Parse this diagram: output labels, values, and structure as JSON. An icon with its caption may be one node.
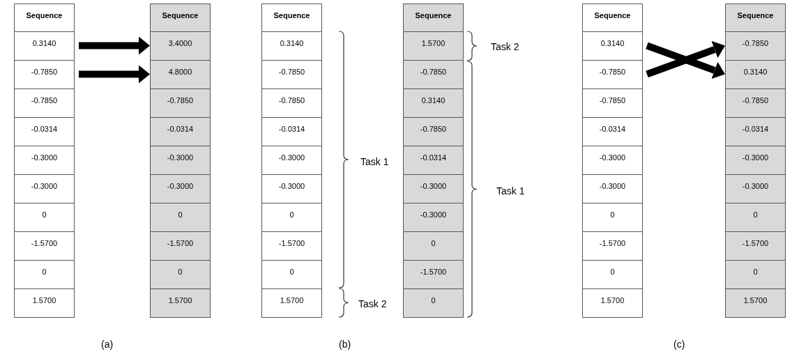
{
  "diagram": {
    "nodes": [
      {
        "text": [
          "Sequence"
        ]
      },
      {
        "text": [
          "0.3140"
        ]
      },
      {
        "text": [
          "-0.7850"
        ]
      },
      {
        "text": [
          "-0.7850"
        ]
      },
      {
        "text": [
          "-0.0314"
        ]
      },
      {
        "text": [
          "-0.3000"
        ]
      },
      {
        "text": [
          "-0.3000"
        ]
      },
      {
        "text": [
          "0"
        ]
      },
      {
        "text": [
          "-1.5700"
        ]
      },
      {
        "text": [
          "0"
        ]
      },
      {
        "text": [
          "1.5700"
        ]
      },
      {
        "text": [
          "Sequence"
        ]
      },
      {
        "text": [
          "3.4000"
        ]
      },
      {
        "text": [
          "4.8000"
        ]
      },
      {
        "text": [
          "-0.7850"
        ]
      },
      {
        "text": [
          "-0.0314"
        ]
      },
      {
        "text": [
          "-0.3000"
        ]
      },
      {
        "text": [
          "-0.3000"
        ]
      },
      {
        "text": [
          "0"
        ]
      },
      {
        "text": [
          "-1.5700"
        ]
      },
      {
        "text": [
          "0"
        ]
      },
      {
        "text": [
          "1.5700"
        ]
      },
      {
        "text": [
          "Sequence"
        ]
      },
      {
        "text": [
          "0.3140"
        ]
      },
      {
        "text": [
          "-0.7850"
        ]
      },
      {
        "text": [
          "-0.7850"
        ]
      },
      {
        "text": [
          "-0.0314"
        ]
      },
      {
        "text": [
          "-0.3000"
        ]
      },
      {
        "text": [
          "-0.3000"
        ]
      },
      {
        "text": [
          "0"
        ]
      },
      {
        "text": [
          "-1.5700"
        ]
      },
      {
        "text": [
          "0"
        ]
      },
      {
        "text": [
          "1.5700"
        ]
      },
      {
        "text": [
          "Sequence"
        ]
      },
      {
        "text": [
          "1.5700"
        ]
      },
      {
        "text": [
          "-0.7850"
        ]
      },
      {
        "text": [
          "0.3140"
        ]
      },
      {
        "text": [
          "-0.7850"
        ]
      },
      {
        "text": [
          "-0.0314"
        ]
      },
      {
        "text": [
          "-0.3000"
        ]
      },
      {
        "text": [
          "-0.3000"
        ]
      },
      {
        "text": [
          "0"
        ]
      },
      {
        "text": [
          "-1.5700"
        ]
      },
      {
        "text": [
          "0"
        ]
      },
      {
        "text": [
          "Sequence"
        ]
      },
      {
        "text": [
          "0.3140"
        ]
      },
      {
        "text": [
          "-0.7850"
        ]
      },
      {
        "text": [
          "-0.7850"
        ]
      },
      {
        "text": [
          "-0.0314"
        ]
      },
      {
        "text": [
          "-0.3000"
        ]
      },
      {
        "text": [
          "-0.3000"
        ]
      },
      {
        "text": [
          "0"
        ]
      },
      {
        "text": [
          "-1.5700"
        ]
      },
      {
        "text": [
          "0"
        ]
      },
      {
        "text": [
          "1.5700"
        ]
      },
      {
        "text": [
          "Sequence"
        ]
      },
      {
        "text": [
          "-0.7850"
        ]
      },
      {
        "text": [
          "0.3140"
        ]
      },
      {
        "text": [
          "-0.7850"
        ]
      },
      {
        "text": [
          "-0.0314"
        ]
      },
      {
        "text": [
          "-0.3000"
        ]
      },
      {
        "text": [
          "-0.3000"
        ]
      },
      {
        "text": [
          "0"
        ]
      },
      {
        "text": [
          "-1.5700"
        ]
      },
      {
        "text": [
          "0"
        ]
      },
      {
        "text": [
          "1.5700"
        ]
      }
    ],
    "edges": [
      {
        "from": 1,
        "to": 12,
        "arrow": "to"
      },
      {
        "from": 2,
        "to": 13,
        "arrow": "to"
      },
      {
        "from": 45,
        "to": 57,
        "arrow": "to"
      },
      {
        "from": 46,
        "to": 56,
        "arrow": "to"
      }
    ],
    "labels": [
      "Task 2",
      "Task 1",
      "Task 1",
      "Task 2",
      "(a)",
      "(b)",
      "(c)"
    ]
  }
}
